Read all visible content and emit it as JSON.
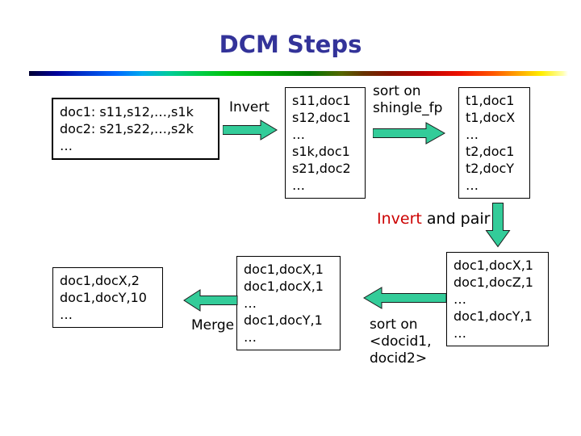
{
  "colors": {
    "title-color": "#333399",
    "arrow-fill": "#33CC99",
    "arrow-stroke": "#1a1a1a",
    "accent-red": "#CC0000",
    "box-border": "#000000"
  },
  "title": "DCM Steps",
  "boxes": {
    "input": [
      "doc1: s11,s12,…,s1k",
      "doc2: s21,s22,…,s2k",
      "…"
    ],
    "inverted": [
      "s11,doc1",
      "s12,doc1",
      "…",
      "s1k,doc1",
      "s21,doc2",
      "…"
    ],
    "sorted_shingles": [
      "t1,doc1",
      "t1,docX",
      "…",
      "t2,doc1",
      "t2,docY",
      "…"
    ],
    "pairs": [
      "doc1,docX,1",
      "doc1,docZ,1",
      "…",
      "doc1,docY,1",
      "…"
    ],
    "sorted_pairs": [
      "doc1,docX,1",
      "doc1,docX,1",
      "…",
      "doc1,docY,1",
      "…"
    ],
    "merged": [
      "doc1,docX,2",
      "doc1,docY,10",
      "…"
    ]
  },
  "labels": {
    "invert": "Invert",
    "sort_shingle": [
      "sort on",
      "shingle_fp"
    ],
    "invert_and_pair_red": "Invert",
    "invert_and_pair_rest": " and pair",
    "sort_docid": [
      "sort on",
      "<docid1,",
      "docid2>"
    ],
    "merge": "Merge"
  }
}
